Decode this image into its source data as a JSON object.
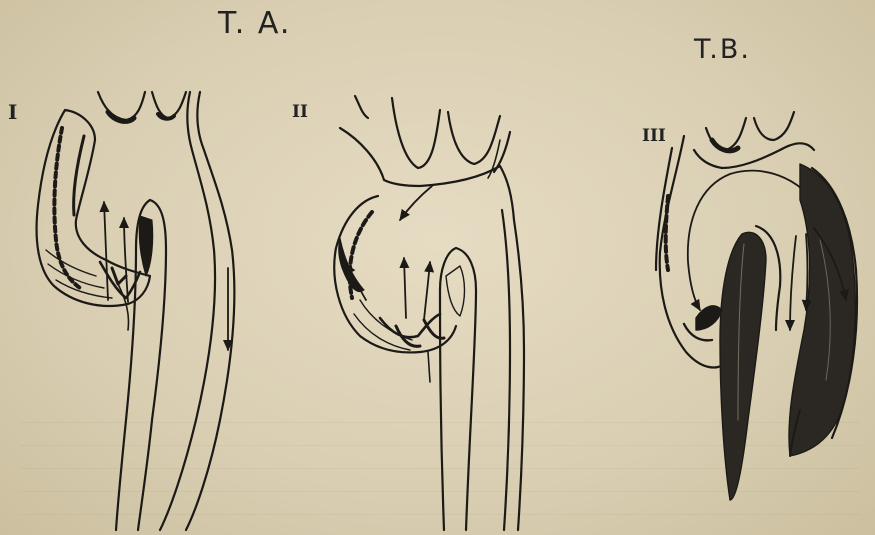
{
  "labels": {
    "ta": "T. A.",
    "tb": "T.B.",
    "fig1": "I",
    "fig2": "II",
    "fig3": "III"
  },
  "colors": {
    "ink": "#1c1a16",
    "paper": "#e2d8bf"
  },
  "figures": [
    {
      "id": "I",
      "group": "T. A."
    },
    {
      "id": "II",
      "group": "T. A."
    },
    {
      "id": "III",
      "group": "T.B."
    }
  ]
}
